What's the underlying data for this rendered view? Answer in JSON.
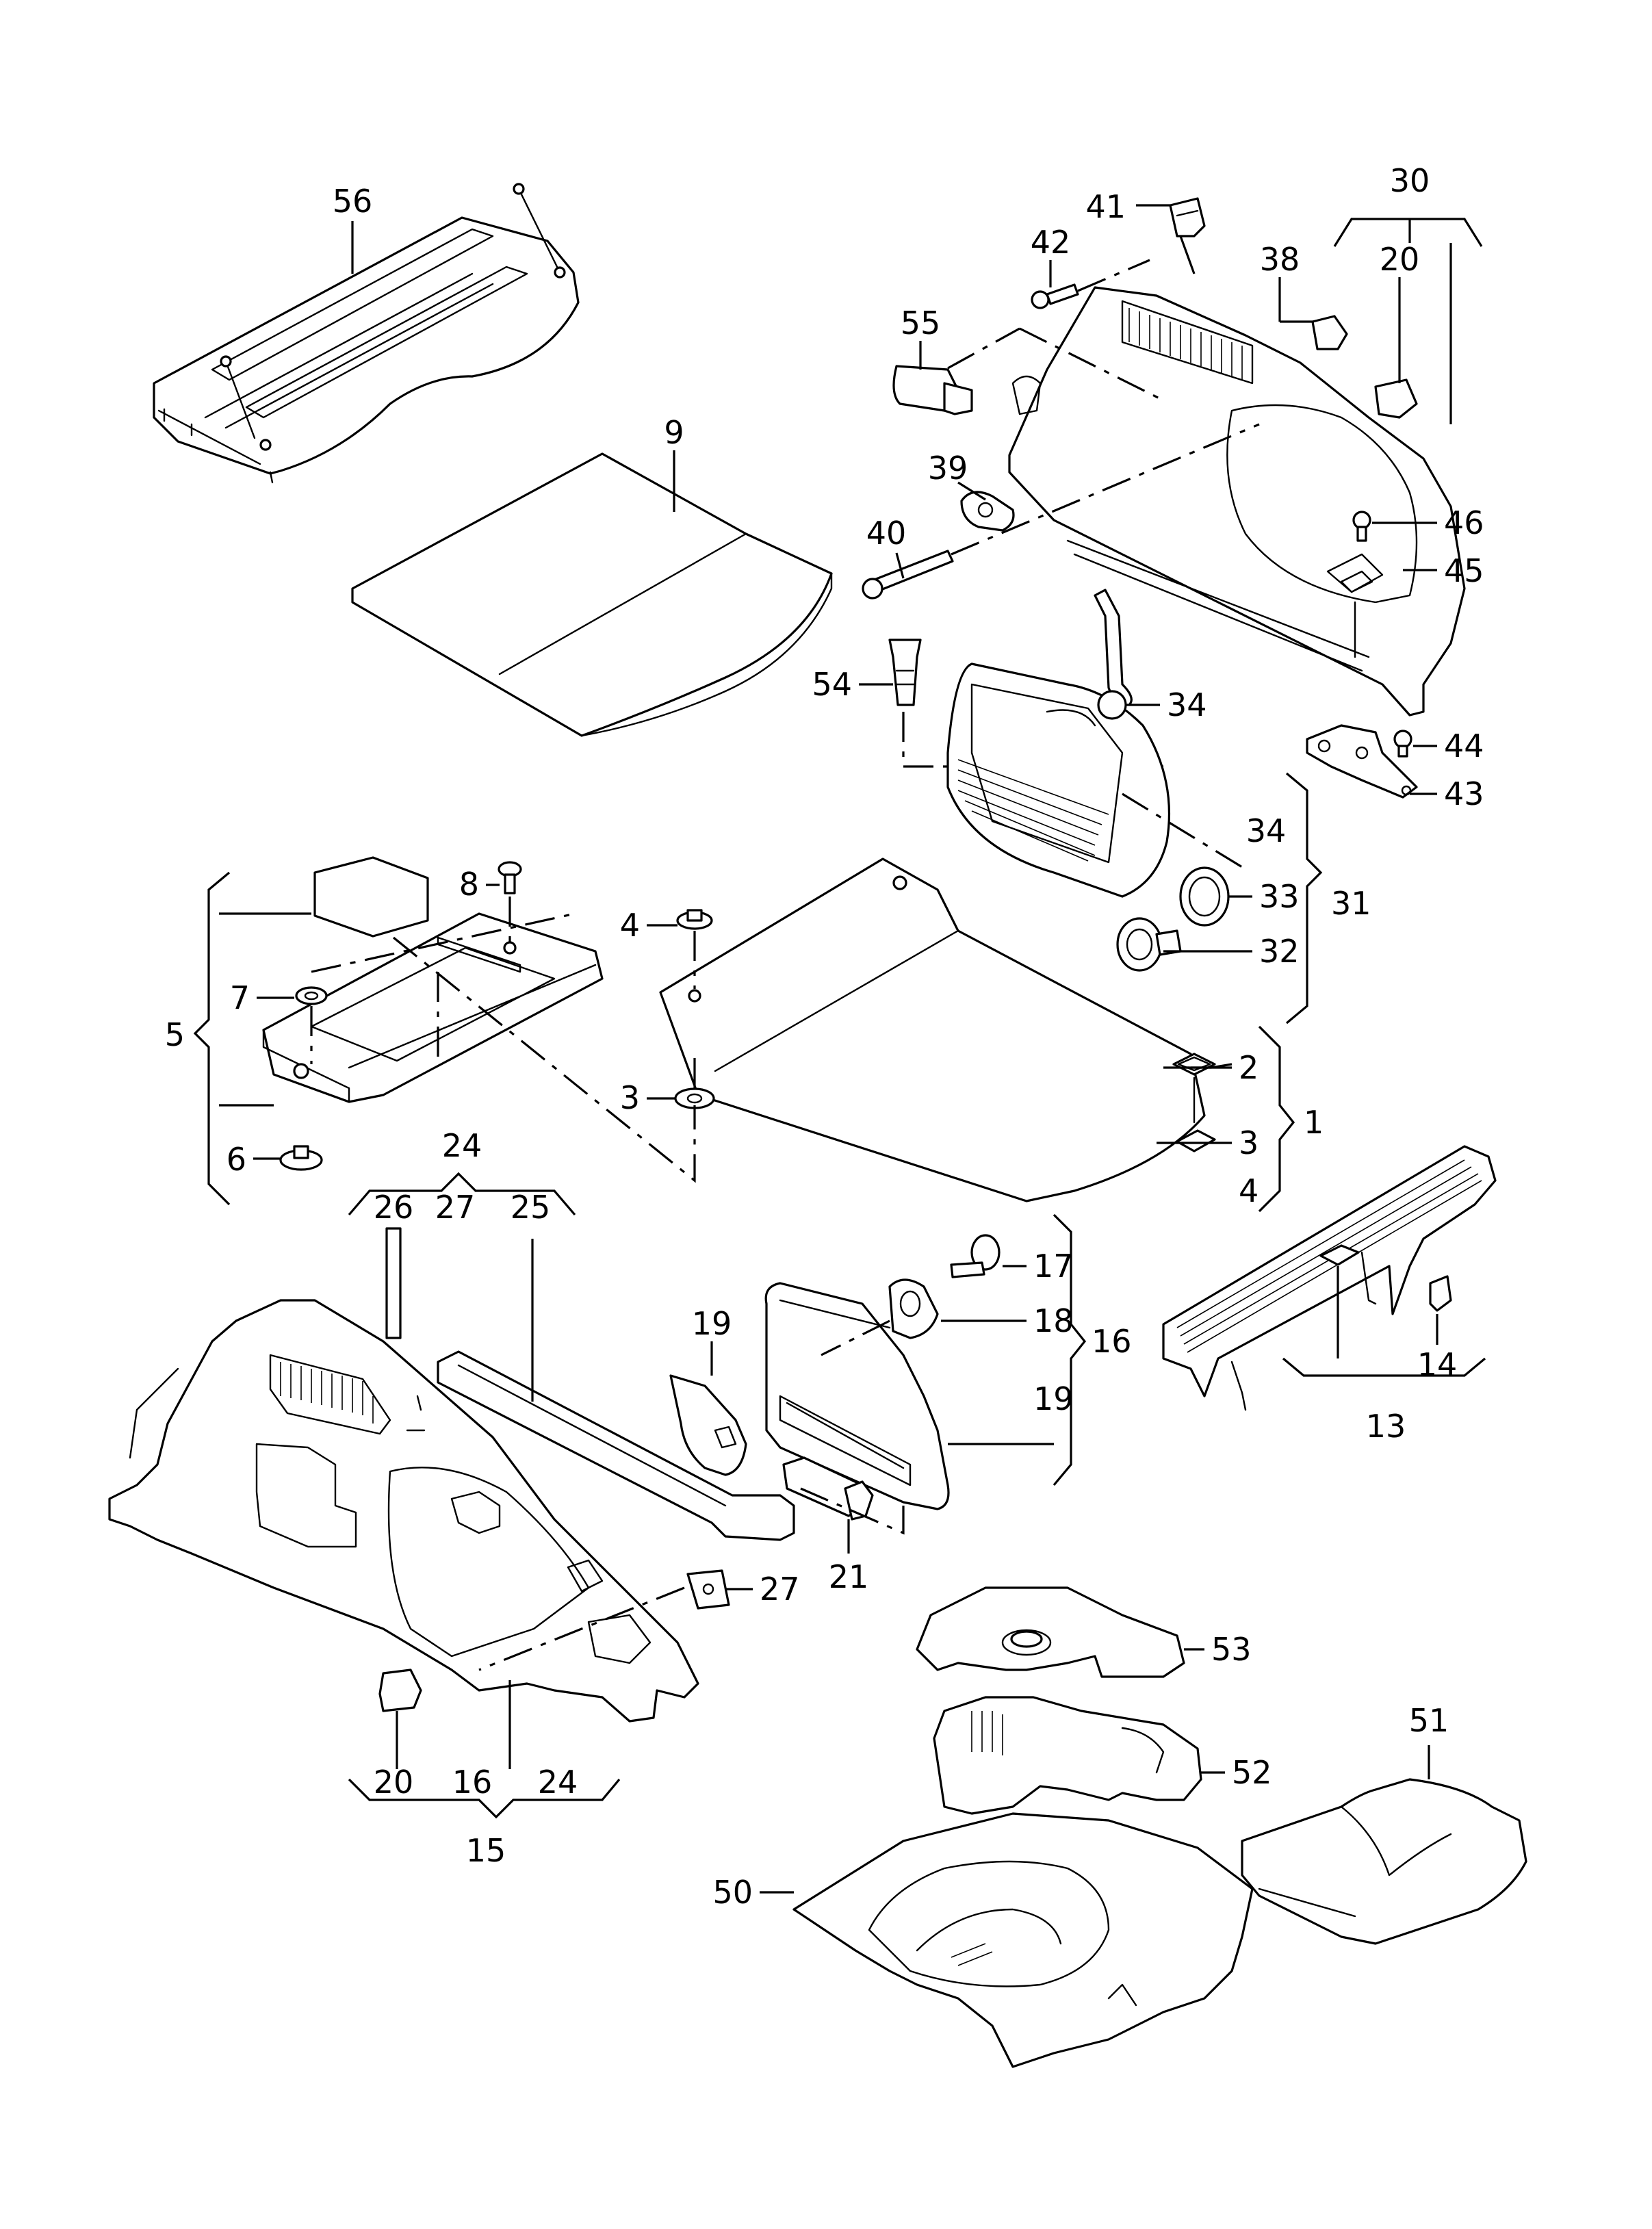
{
  "diagram": {
    "callouts": [
      {
        "id": "c56",
        "text": "56"
      },
      {
        "id": "c9",
        "text": "9"
      },
      {
        "id": "c41",
        "text": "41"
      },
      {
        "id": "c42",
        "text": "42"
      },
      {
        "id": "c30",
        "text": "30"
      },
      {
        "id": "c38",
        "text": "38"
      },
      {
        "id": "c20a",
        "text": "20"
      },
      {
        "id": "c55",
        "text": "55"
      },
      {
        "id": "c39",
        "text": "39"
      },
      {
        "id": "c40",
        "text": "40"
      },
      {
        "id": "c46",
        "text": "46"
      },
      {
        "id": "c45",
        "text": "45"
      },
      {
        "id": "c54",
        "text": "54"
      },
      {
        "id": "c34a",
        "text": "34"
      },
      {
        "id": "c44",
        "text": "44"
      },
      {
        "id": "c43",
        "text": "43"
      },
      {
        "id": "c34b",
        "text": "34"
      },
      {
        "id": "c33",
        "text": "33"
      },
      {
        "id": "c31",
        "text": "31"
      },
      {
        "id": "c32",
        "text": "32"
      },
      {
        "id": "c8",
        "text": "8"
      },
      {
        "id": "c4a",
        "text": "4"
      },
      {
        "id": "c7",
        "text": "7"
      },
      {
        "id": "c5",
        "text": "5"
      },
      {
        "id": "c3a",
        "text": "3"
      },
      {
        "id": "c2",
        "text": "2"
      },
      {
        "id": "c3b",
        "text": "3"
      },
      {
        "id": "c1",
        "text": "1"
      },
      {
        "id": "c4b",
        "text": "4"
      },
      {
        "id": "c6",
        "text": "6"
      },
      {
        "id": "c24a",
        "text": "24"
      },
      {
        "id": "c26",
        "text": "26"
      },
      {
        "id": "c27a",
        "text": "27"
      },
      {
        "id": "c25",
        "text": "25"
      },
      {
        "id": "c17",
        "text": "17"
      },
      {
        "id": "c19a",
        "text": "19"
      },
      {
        "id": "c18",
        "text": "18"
      },
      {
        "id": "c16a",
        "text": "16"
      },
      {
        "id": "c19b",
        "text": "19"
      },
      {
        "id": "c14",
        "text": "14"
      },
      {
        "id": "c13",
        "text": "13"
      },
      {
        "id": "c21",
        "text": "21"
      },
      {
        "id": "c27b",
        "text": "27"
      },
      {
        "id": "c53",
        "text": "53"
      },
      {
        "id": "c20b",
        "text": "20"
      },
      {
        "id": "c16b",
        "text": "16"
      },
      {
        "id": "c24b",
        "text": "24"
      },
      {
        "id": "c15",
        "text": "15"
      },
      {
        "id": "c52",
        "text": "52"
      },
      {
        "id": "c51",
        "text": "51"
      },
      {
        "id": "c50",
        "text": "50"
      }
    ]
  }
}
